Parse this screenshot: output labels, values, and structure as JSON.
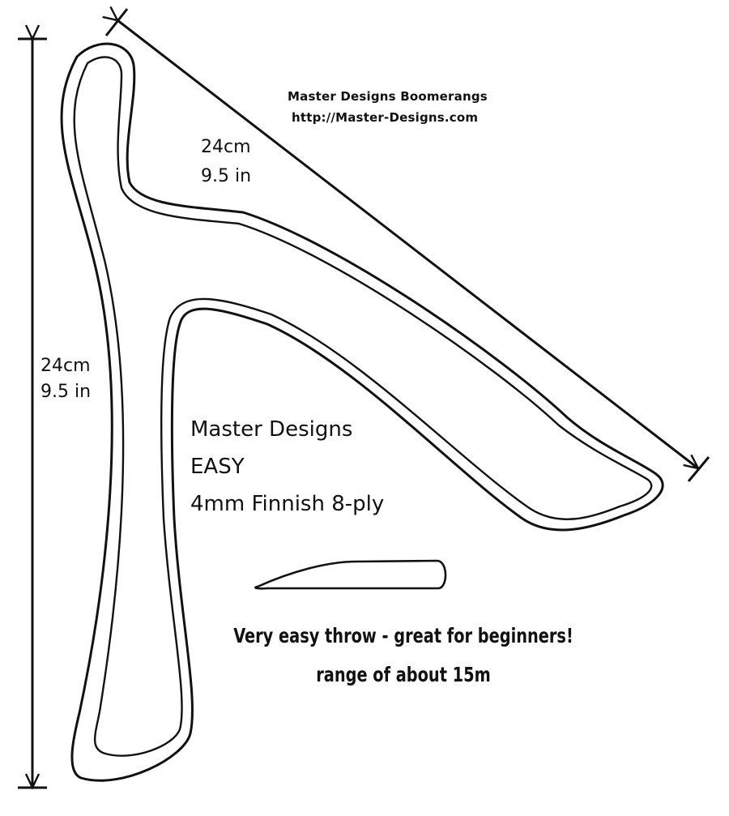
{
  "brand": {
    "name": "Master Designs Boomerangs",
    "url": "http://Master-Designs.com"
  },
  "dimensions": {
    "diagonal": {
      "cm": "24cm",
      "in": "9.5 in"
    },
    "vertical": {
      "cm": "24cm",
      "in": "9.5 in"
    }
  },
  "model": {
    "maker": "Master Designs",
    "name": "EASY",
    "material": "4mm Finnish 8-ply"
  },
  "notes": {
    "throw": "Very easy throw - great for beginners!",
    "range": "range of about 15m"
  },
  "colors": {
    "line": "#111111",
    "background": "#ffffff"
  }
}
